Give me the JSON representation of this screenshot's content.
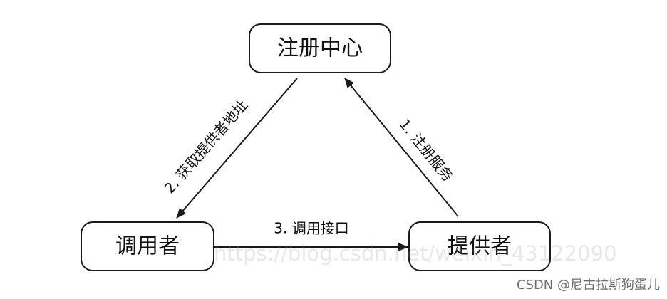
{
  "nodes": {
    "registry": "注册中心",
    "caller": "调用者",
    "provider": "提供者"
  },
  "edges": {
    "register": "1. 注册服务",
    "get_address": "2. 获取提供者地址",
    "invoke": "3. 调用接口"
  },
  "watermark": {
    "url": "https://blog.csdn.net/weixin_43122090",
    "credit": "CSDN @尼古拉斯狗蛋儿"
  }
}
